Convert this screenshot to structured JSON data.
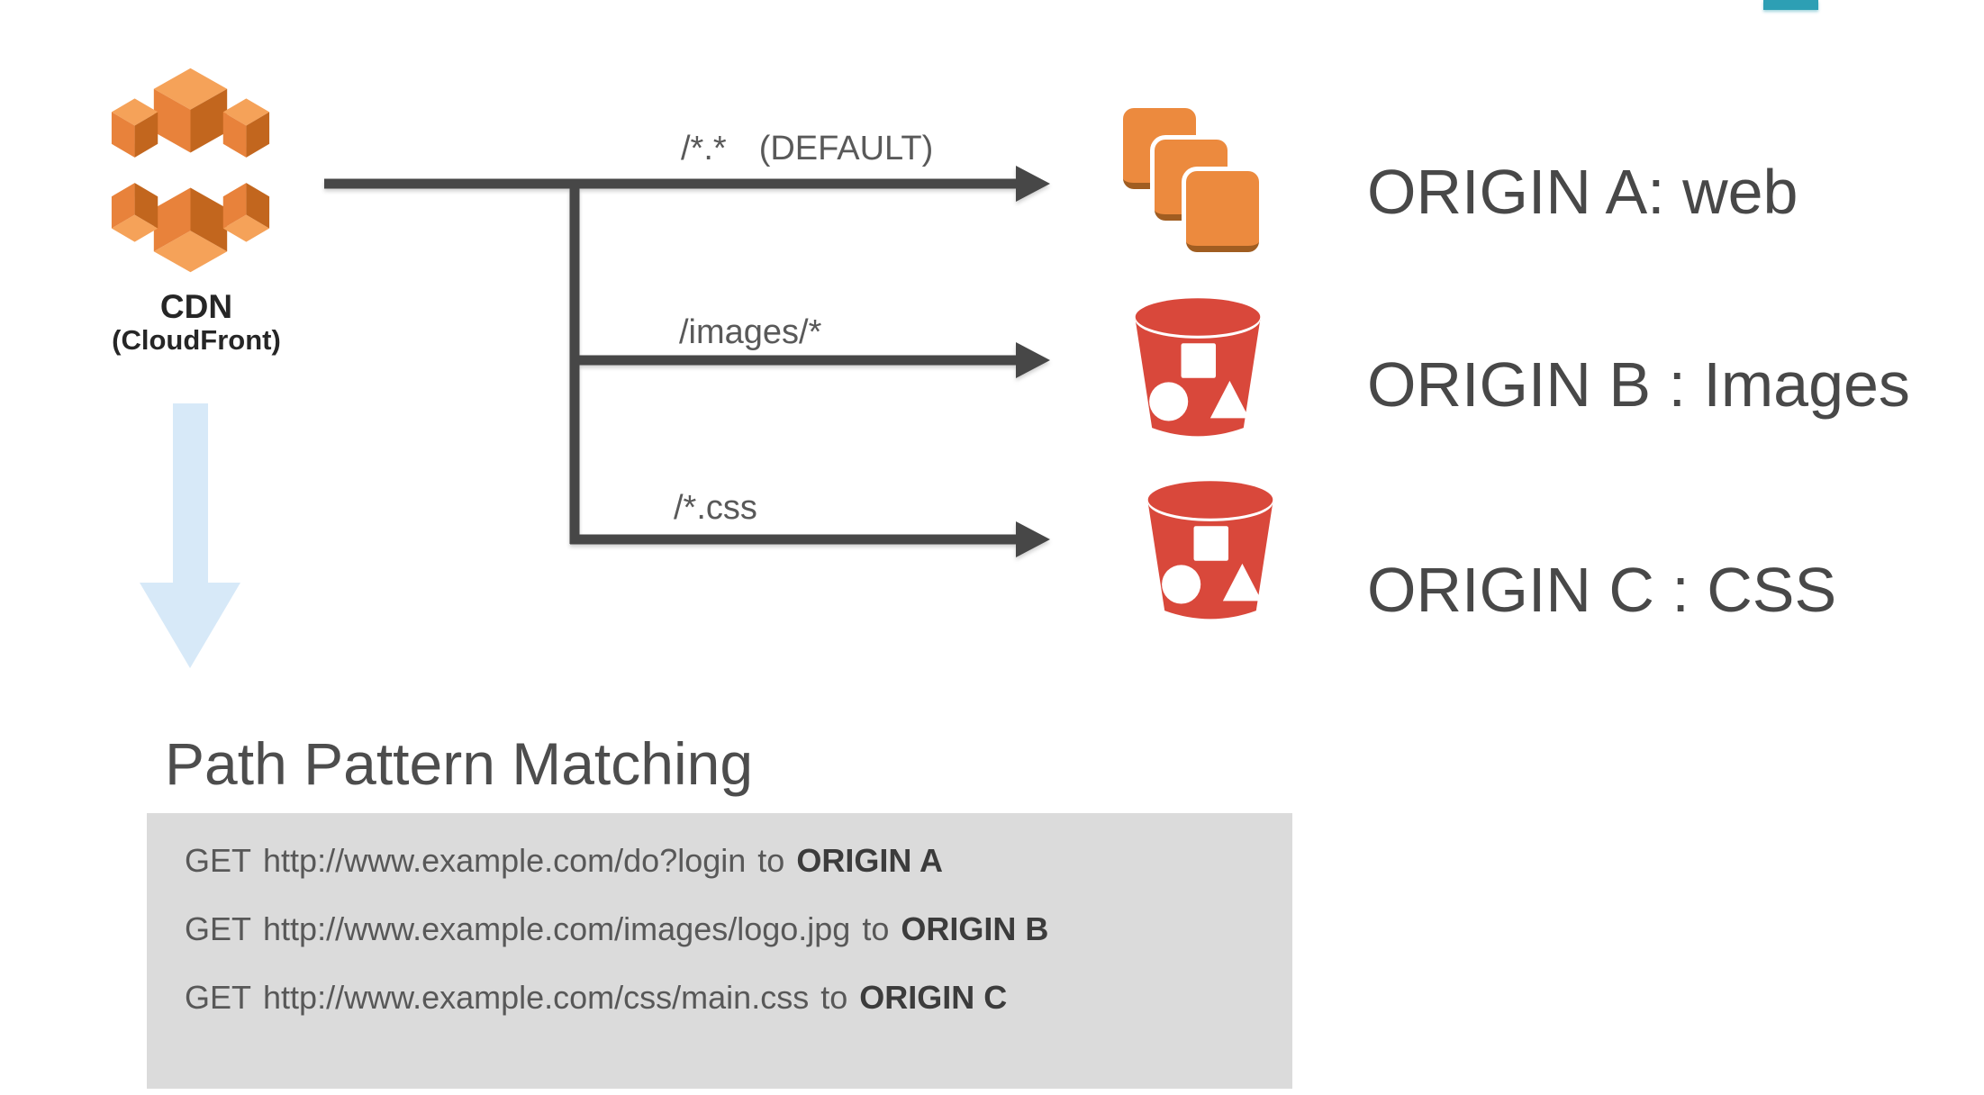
{
  "cdn_node": {
    "title": "CDN",
    "subtitle": "(CloudFront)"
  },
  "branches": [
    {
      "pattern": "/*.*",
      "qualifier": "(DEFAULT)",
      "origin_label": "ORIGIN A: web"
    },
    {
      "pattern": "/images/*",
      "qualifier": "",
      "origin_label": "ORIGIN B : Images"
    },
    {
      "pattern": "/*.css",
      "qualifier": "",
      "origin_label": "ORIGIN C : CSS"
    }
  ],
  "path_matching": {
    "heading": "Path Pattern Matching",
    "rules": [
      {
        "method": "GET",
        "url": "http://www.example.com/do?login",
        "connector": "to",
        "origin": "ORIGIN A"
      },
      {
        "method": "GET",
        "url": "http://www.example.com/images/logo.jpg",
        "connector": "to",
        "origin": "ORIGIN B"
      },
      {
        "method": "GET",
        "url": "http://www.example.com/css/main.css",
        "connector": "to",
        "origin": "ORIGIN C"
      }
    ]
  },
  "icons": {
    "cdn": "cloudfront-icon",
    "origin_a": "web-stack-icon",
    "origin_b": "s3-bucket-icon",
    "origin_c": "s3-bucket-icon",
    "flow_hint": "down-arrow-icon"
  },
  "colors": {
    "line": "#474747",
    "label_gray": "#595959",
    "origin_orange": "#EC8A3E",
    "bucket_red": "#D9483B",
    "panel_gray": "#DBDBDB",
    "arrow_blue": "#D7E9F8",
    "teal_tab": "#2D9FB4"
  }
}
